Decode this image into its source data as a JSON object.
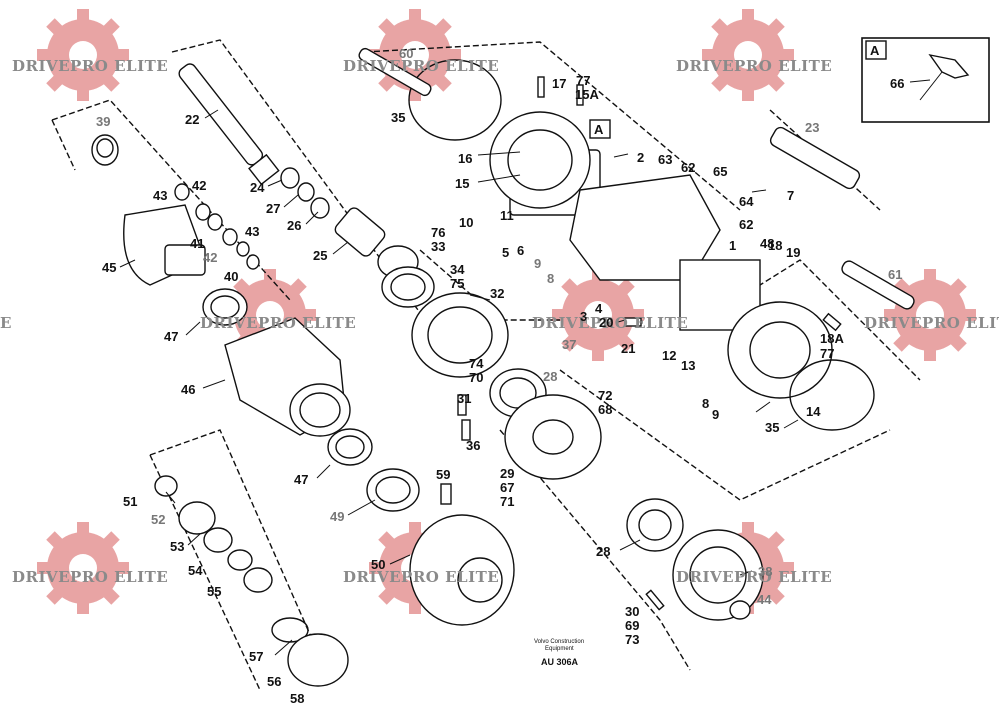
{
  "watermark": {
    "text": "DRIVEPRO ELITE",
    "text_partial": "E",
    "color": "#e8a4a4"
  },
  "inset": {
    "label": "A",
    "part": "66"
  },
  "detail_marker": "A",
  "footer": {
    "publisher_line1": "Volvo Construction",
    "publisher_line2": "Equipment",
    "code": "AU 306A"
  },
  "callouts": {
    "c60": "60",
    "c35a": "35",
    "c17": "17",
    "c77a": "77",
    "c15A": "15A",
    "c22": "22",
    "c39": "39",
    "c43a": "43",
    "c42a": "42",
    "c41": "41",
    "c42b": "42",
    "c43b": "43",
    "c40": "40",
    "c45": "45",
    "c24": "24",
    "c27": "27",
    "c26": "26",
    "c25": "25",
    "c76": "76",
    "c33": "33",
    "c34": "34",
    "c75": "75",
    "c16": "16",
    "c15": "15",
    "c2": "2",
    "c63": "63",
    "c62a": "62",
    "c65": "65",
    "c7": "7",
    "c64": "64",
    "c62b": "62",
    "c23": "23",
    "c66": "66",
    "c10": "10",
    "c11": "11",
    "c5": "5",
    "c6": "6",
    "c9a": "9",
    "c8a": "8",
    "c3": "3",
    "c4": "4",
    "c1": "1",
    "c18": "18",
    "c48": "48",
    "c19": "19",
    "c61": "61",
    "c47a": "47",
    "c46": "46",
    "c32": "32",
    "c20": "20",
    "c21": "21",
    "c12": "12",
    "c13": "13",
    "c37": "37",
    "c18A": "18A",
    "c77b": "77",
    "c74": "74",
    "c70": "70",
    "c28a": "28",
    "c72": "72",
    "c68": "68",
    "c31": "31",
    "c36": "36",
    "c8b": "8",
    "c9b": "9",
    "c14": "14",
    "c35b": "35",
    "c47b": "47",
    "c49": "49",
    "c59": "59",
    "c29": "29",
    "c67": "67",
    "c71": "71",
    "c51": "51",
    "c52": "52",
    "c53": "53",
    "c54": "54",
    "c55": "55",
    "c50": "50",
    "c28b": "28",
    "c38": "38",
    "c44": "44",
    "c30": "30",
    "c69": "69",
    "c73": "73",
    "c57": "57",
    "c56": "56",
    "c58": "58"
  }
}
